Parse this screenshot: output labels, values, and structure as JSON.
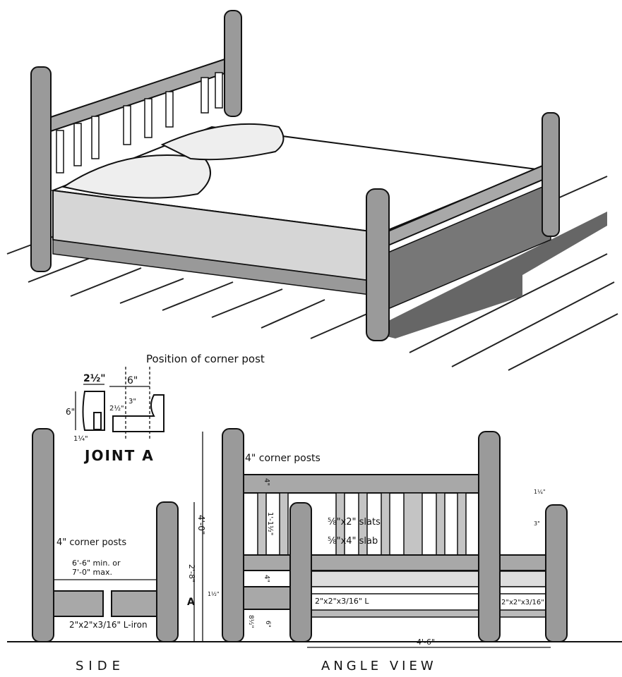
{
  "perspective": {
    "title": "Log bed perspective"
  },
  "joint": {
    "position_note": "Position of corner post",
    "dim_width": "2½\"",
    "dim_6": "6\"",
    "dim_2half": "2½\"",
    "dim_3": "3\"",
    "dim_height": "6\"",
    "dim_1quarter": "1¼\"",
    "title": "JOINT A"
  },
  "side": {
    "corner_posts": "4\" corner posts",
    "length_line1": "6'-6\" min. or",
    "length_line2": "7'-0\" max.",
    "l_iron": "2\"x2\"x3/16\" L-iron",
    "height": "2'-8\"",
    "joint_marker": "A",
    "title": "SIDE"
  },
  "angle": {
    "corner_posts": "4\" corner posts",
    "height": "4'-0\"",
    "rail_4": "4\"",
    "slat_height": "1'-1½\"",
    "rail_gap": "4\"",
    "rail_small": "1½\"",
    "slats": "⅝\"x2\" slats",
    "slab": "⅝\"x4\" slab",
    "l_left": "2\"x2\"x3/16\" L",
    "l_right": "2\"x2\"x3/16\"",
    "dim_8half": "8½\"",
    "dim_6": "6\"",
    "width": "4'-6\"",
    "right_dim_a": "1¼\"",
    "right_dim_b": "3\"",
    "title": "ANGLE VIEW"
  }
}
